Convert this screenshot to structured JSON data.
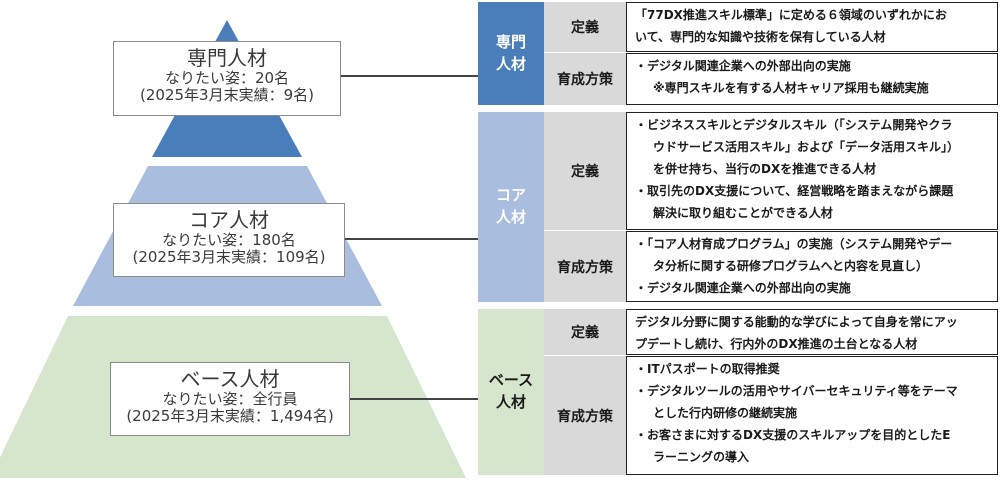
{
  "pyramid": {
    "colors": {
      "top": "#4a7ebb",
      "middle": "#a9bddf",
      "bottom": "#d6e6cd"
    },
    "levels": [
      {
        "title": "専門人材",
        "target": "なりたい姿：20名",
        "actual": "(2025年3月末実績：9名)"
      },
      {
        "title": "コア人材",
        "target": "なりたい姿：180名",
        "actual": "(2025年3月末実績：109名)"
      },
      {
        "title": "ベース人材",
        "target": "なりたい姿：全行員",
        "actual": "(2025年3月末実績：1,494名)"
      }
    ]
  },
  "table": {
    "category_colors": {
      "senmon": "#4a7ebb",
      "core": "#a9bddf",
      "base": "#d6e6cd"
    },
    "rows": [
      {
        "category_lines": [
          "専門",
          "人材"
        ],
        "definition_label": "定義",
        "definition_lines": [
          "「77DX推進スキル標準」に定める６領域のいずれかにお",
          "いて、専門的な知識や技術を保有している人材"
        ],
        "plan_label": "育成方策",
        "plan_lines": [
          "・デジタル関連企業への外部出向の実施",
          "※専門スキルを有する人材キャリア採用も継続実施"
        ]
      },
      {
        "category_lines": [
          "コア",
          "人材"
        ],
        "definition_label": "定義",
        "definition_lines": [
          "・ビジネススキルとデジタルスキル（「システム開発やクラ",
          "ウドサービス活用スキル」および「データ活用スキル」）",
          "を併せ持ち、当行のDXを推進できる人材",
          "・取引先のDX支援について、経営戦略を踏まえながら課題",
          "解決に取り組むことができる人材"
        ],
        "plan_label": "育成方策",
        "plan_lines": [
          "・「コア人材育成プログラム」の実施（システム開発やデー",
          "タ分析に関する研修プログラムへと内容を見直し）",
          "・デジタル関連企業への外部出向の実施"
        ]
      },
      {
        "category_lines": [
          "ベース",
          "人材"
        ],
        "definition_label": "定義",
        "definition_lines": [
          "デジタル分野に関する能動的な学びによって自身を常にアッ",
          "プデートし続け、行内外のDX推進の土台となる人材"
        ],
        "plan_label": "育成方策",
        "plan_lines": [
          "・ITパスポートの取得推奨",
          "・デジタルツールの活用やサイバーセキュリティ等をテーマ",
          "とした行内研修の継続実施",
          "・お客さまに対するDX支援のスキルアップを目的としたE",
          "ラーニングの導入"
        ]
      }
    ]
  }
}
